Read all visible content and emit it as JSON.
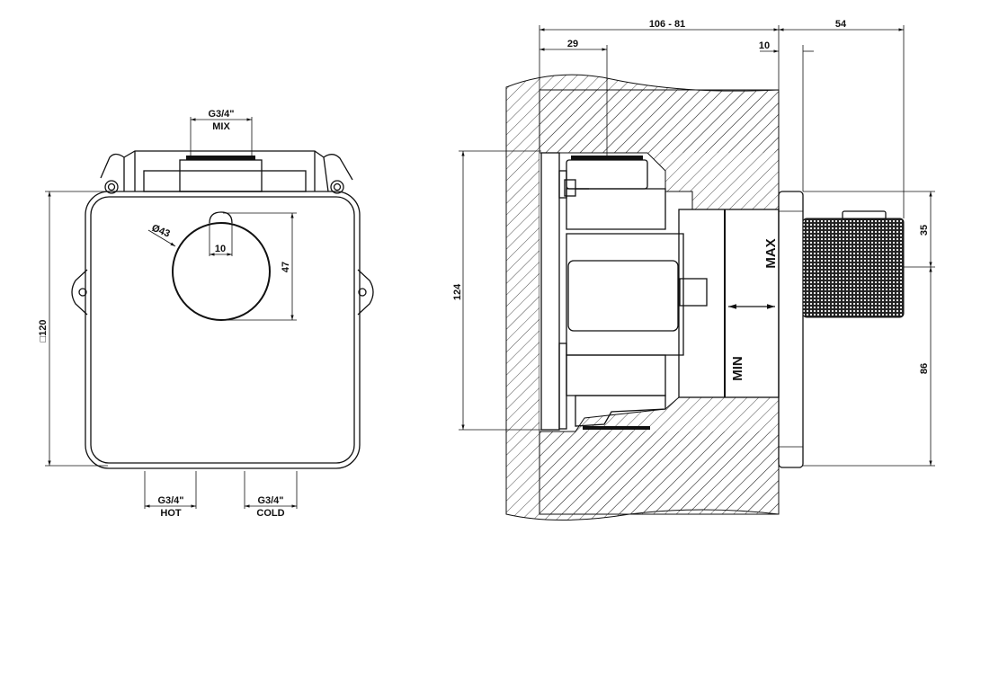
{
  "front_view": {
    "mix_thread": "G3/4\"",
    "mix_label": "MIX",
    "diameter_label": "Ø43",
    "notch_width": "10",
    "height_47": "47",
    "square_size": "□120",
    "hot_thread": "G3/4\"",
    "hot_label": "HOT",
    "cold_thread": "G3/4\"",
    "cold_label": "COLD"
  },
  "side_view": {
    "depth_range": "106 - 81",
    "depth_29": "29",
    "flange_10": "10",
    "projection_54": "54",
    "height_124": "124",
    "knob_35": "35",
    "knob_86": "86",
    "max_label": "MAX",
    "min_label": "MIN"
  }
}
